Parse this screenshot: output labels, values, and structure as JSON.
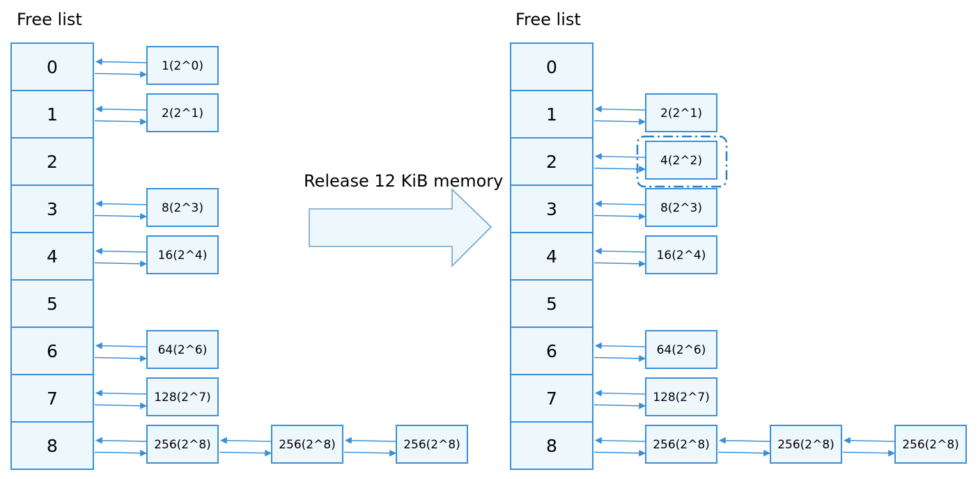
{
  "left_panel": {
    "title": "Free list",
    "slots": [
      "0",
      "1",
      "2",
      "3",
      "4",
      "5",
      "6",
      "7",
      "8"
    ],
    "blocks": {
      "0": [
        "1(2^0)"
      ],
      "1": [
        "2(2^1)"
      ],
      "3": [
        "8(2^3)"
      ],
      "4": [
        "16(2^4)"
      ],
      "6": [
        "64(2^6)"
      ],
      "7": [
        "128(2^7)"
      ],
      "8": [
        "256(2^8)",
        "256(2^8)",
        "256(2^8)"
      ]
    }
  },
  "transition": {
    "label": "Release 12 KiB memory"
  },
  "right_panel": {
    "title": "Free list",
    "slots": [
      "0",
      "1",
      "2",
      "3",
      "4",
      "5",
      "6",
      "7",
      "8"
    ],
    "blocks": {
      "1": [
        "2(2^1)"
      ],
      "2": [
        "4(2^2)"
      ],
      "3": [
        "8(2^3)"
      ],
      "4": [
        "16(2^4)"
      ],
      "6": [
        "64(2^6)"
      ],
      "7": [
        "128(2^7)"
      ],
      "8": [
        "256(2^8)",
        "256(2^8)",
        "256(2^8)"
      ]
    },
    "highlighted_slot": "2"
  },
  "colors": {
    "accent": "#3a8fd6",
    "fill": "#eef7fc",
    "text": "#000000"
  }
}
